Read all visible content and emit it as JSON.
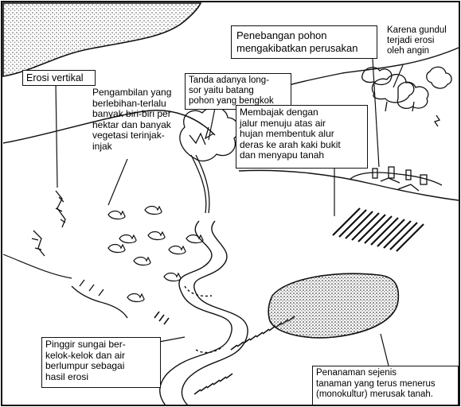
{
  "labels": {
    "deforestation": "Penebangan pohon\nmengakibatkan perusakan",
    "wind_erosion": "Karena gundul\nterjadi erosi\noleh angin",
    "vertical_erosion": "Erosi vertikal",
    "landslide": "Tanda adanya long-\nsor yaitu batang\npohon yang bengkok",
    "overgrazing": "Pengambilan yang\nberlebihan-terlalu\nbanyak biri-biri per\nhektar dan banyak\nvegetasi terinjak-\ninjak",
    "plowing": "Membajak dengan\njalur menuju atas air\nhujan membentuk alur\nderas ke arah kaki bukit\ndan menyapu tanah",
    "river": "Pinggir sungai ber-\nkelok-kelok dan air\nberlumpur sebagai\nhasil erosi",
    "monoculture": "Penanaman sejenis\ntanaman yang terus menerus\n(monokultur) merusak tanah."
  },
  "colors": {
    "ink": "#111111",
    "paper": "#ffffff",
    "stipple": "#555555"
  }
}
